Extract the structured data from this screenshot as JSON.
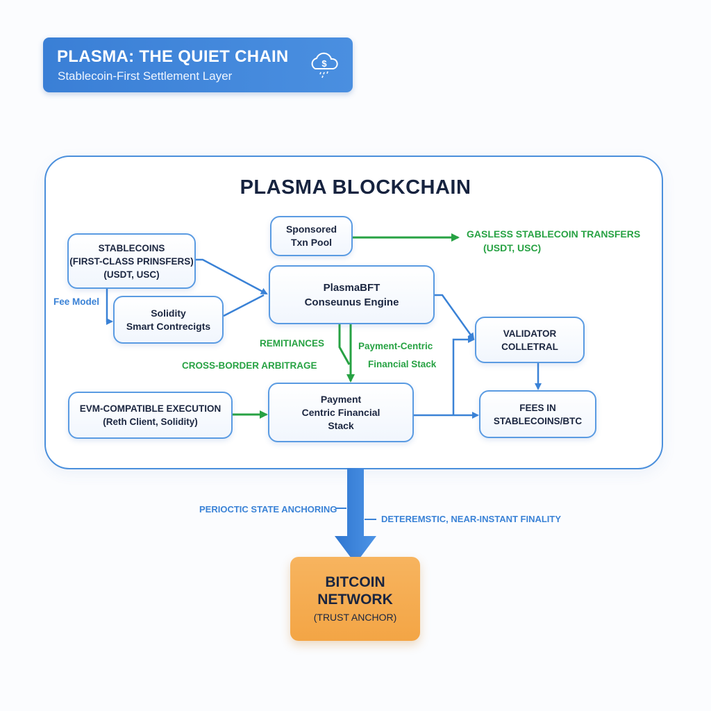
{
  "header": {
    "title": "PLASMA: THE QUIET CHAIN",
    "subtitle": "Stablecoin-First Settlement Layer",
    "icon": "cloud-dollar-icon"
  },
  "diagram": {
    "title": "PLASMA BLOCKCHAIN",
    "nodes": {
      "stablecoins": [
        "STABLECOINS",
        "(FIRST-CLASS PRINSFERS)",
        "(USDT, USC)"
      ],
      "solidity": [
        "Solidity",
        "Smart Contrecigts"
      ],
      "sponsored": [
        "Sponsored",
        "Txn Pool"
      ],
      "plasmabft": [
        "PlasmaBFT",
        "Conseunus Engine"
      ],
      "payment": [
        "Payment",
        "Centric Financial",
        "Stack"
      ],
      "evm": [
        "EVM-COMPATIBLE EXECUTION",
        "(Reth Client, Solidity)"
      ],
      "validator": [
        "VALIDATOR",
        "COLLETRAL"
      ],
      "fees": [
        "FEES IN",
        "STABLECOINS/BTC"
      ],
      "bitcoin": [
        "BITCOIN",
        "NETWORK",
        "(TRUST ANCHOR)"
      ]
    },
    "labels": {
      "gasless": [
        "GASLESS STABLECOIN TRANSFERS",
        "(USDT, USC)"
      ],
      "fee_model": "Fee Model",
      "remittances": "REMITIANCES",
      "arbitrage": "CROSS-BORDER ARBITRAGE",
      "payment_centric": [
        "Payment-Centric",
        "Financial Stack"
      ],
      "anchoring": "PERIOCTIC STATE ANCHORING",
      "finality": "DETEREMSTIC, NEAR-INSTANT FINALITY"
    },
    "colors": {
      "primary_blue": "#3a82d6",
      "accent_green": "#27a243",
      "anchor_orange": "#f3a545",
      "text_dark": "#1b2640"
    }
  }
}
